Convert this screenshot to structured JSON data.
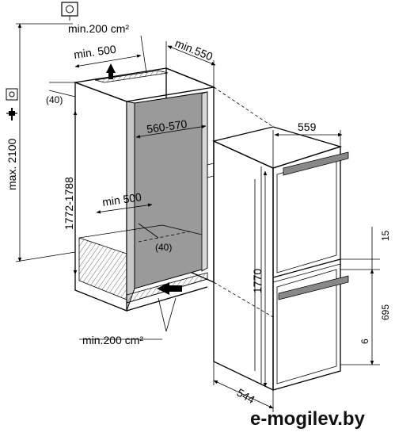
{
  "labels": {
    "vent_top": "min.200 cm²",
    "min500_top": "min. 500",
    "depth_min": "min.550",
    "recess_40_top": "(40)",
    "max_height": "max. 2100",
    "inner_width": "560-570",
    "niche_height": "1772-1788",
    "min500_inner": "min 500",
    "recess_40_inner": "(40)",
    "vent_bottom": "min.200 cm²",
    "fridge_width": "559",
    "fridge_height": "1770",
    "gap_15": "15",
    "door_695": "695",
    "gap_6": "6",
    "fridge_depth": "544"
  },
  "watermark": "e-mogilev.by",
  "icons": [
    "built-in-icon",
    "socket-icon",
    "plug-icon"
  ]
}
